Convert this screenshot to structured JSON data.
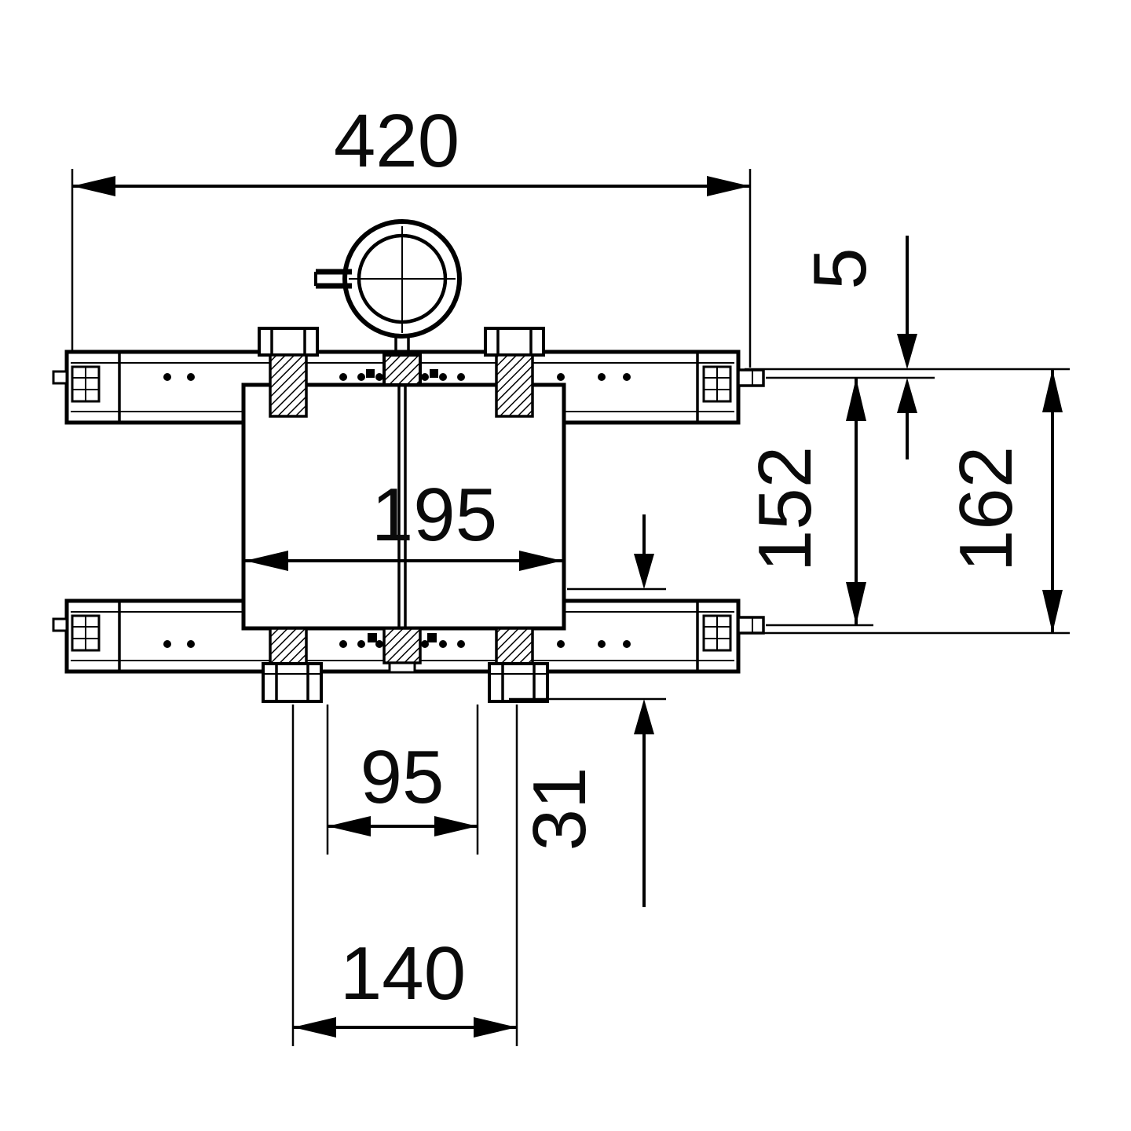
{
  "drawing": {
    "kind": "technical-dimension-drawing",
    "units": "mm",
    "colors": {
      "line": "#000000",
      "background": "#ffffff",
      "text": "#0a0a0a"
    },
    "dimensions": {
      "width_total": "420",
      "width_box": "195",
      "width_ports_inner": "95",
      "width_ports_center": "140",
      "height_total": "162",
      "height_pin_spacing": "152",
      "offset_pin_top": "5",
      "offset_bottom": "31"
    }
  }
}
